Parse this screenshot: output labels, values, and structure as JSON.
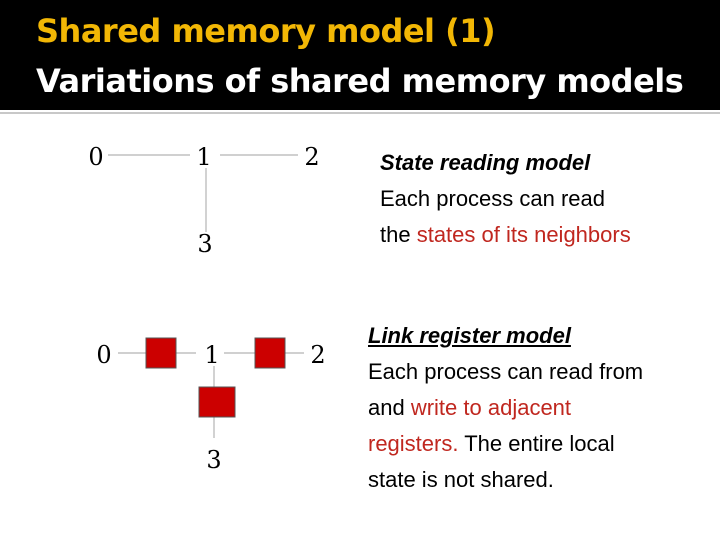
{
  "title": {
    "line1": "Shared memory model (1)",
    "line2": "Variations of shared memory models"
  },
  "colors": {
    "title_accent": "#f2b705",
    "register_fill": "#cc0000",
    "highlight_text": "#c0271f"
  },
  "diagram_top": {
    "nodes": [
      "0",
      "1",
      "2",
      "3"
    ]
  },
  "diagram_bottom": {
    "nodes": [
      "0",
      "1",
      "2",
      "3"
    ]
  },
  "state_reading": {
    "heading": "State reading model",
    "line1": "Each process can read",
    "line2_prefix": "the ",
    "line2_highlight": "states of its neighbors"
  },
  "link_register": {
    "heading": "Link register model",
    "line1": "Each process can read from",
    "line2_prefix": "and ",
    "line2_highlight": "write to adjacent",
    "line3_highlight": "registers.",
    "line3_rest": " The entire local",
    "line4": "state is not shared."
  }
}
